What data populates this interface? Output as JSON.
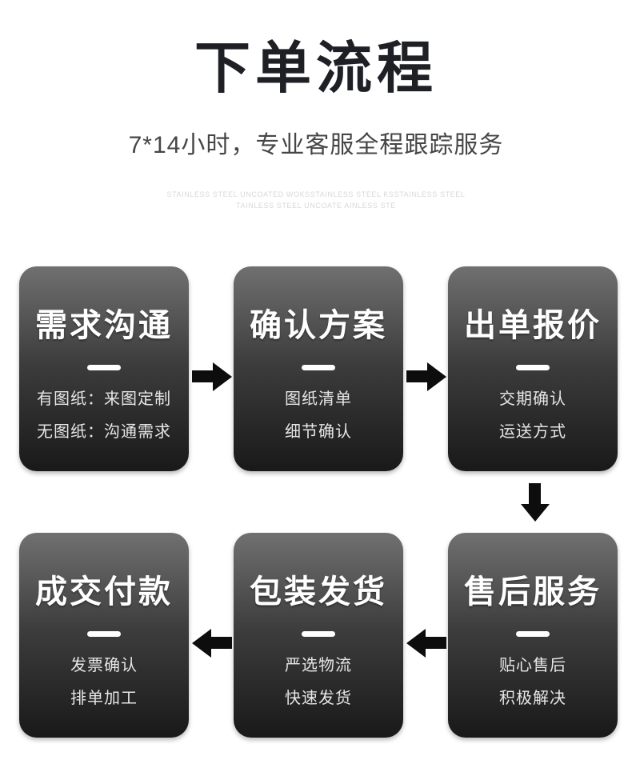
{
  "header": {
    "title": "下单流程",
    "subtitle": "7*14小时，专业客服全程跟踪服务",
    "watermark_line1": "STAINLESS STEEL UNCOATED WOKSSTAINLESS STEEL KSSTAINLESS STEEL",
    "watermark_line2": "TAINLESS STEEL UNCOATE AINLESS STE"
  },
  "steps": [
    {
      "title": "需求沟通",
      "lines": [
        "有图纸：来图定制",
        "无图纸：沟通需求"
      ]
    },
    {
      "title": "确认方案",
      "lines": [
        "图纸清单",
        "细节确认"
      ]
    },
    {
      "title": "出单报价",
      "lines": [
        "交期确认",
        "运送方式"
      ]
    },
    {
      "title": "成交付款",
      "lines": [
        "发票确认",
        "排单加工"
      ]
    },
    {
      "title": "包装发货",
      "lines": [
        "严选物流",
        "快速发货"
      ]
    },
    {
      "title": "售后服务",
      "lines": [
        "贴心售后",
        "积极解决"
      ]
    }
  ],
  "colors": {
    "card_gradient_top": "#707070",
    "card_gradient_bottom": "#191919",
    "arrow": "#0d0d0d",
    "title_text": "#1e2025",
    "subtitle_text": "#464646",
    "watermark_text": "#d8d8d8"
  }
}
